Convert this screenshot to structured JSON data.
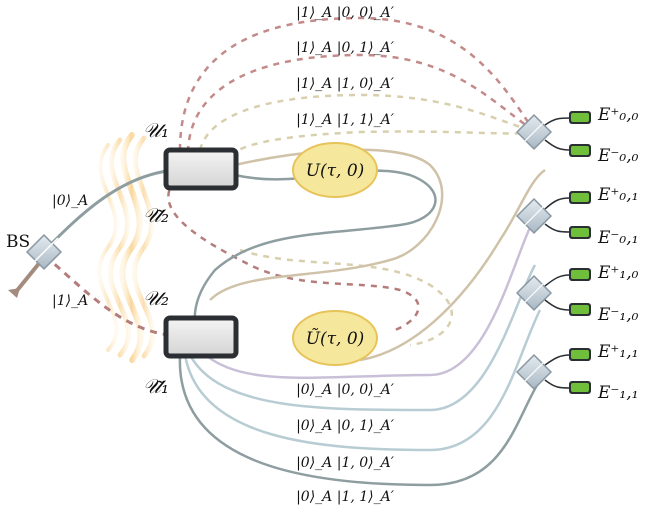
{
  "labels": {
    "bs": "BS",
    "input_0": "|0⟩_A",
    "input_1": "|1⟩_A",
    "u1": "𝒰₁",
    "u2": "𝒰₂",
    "u1_tilde": "𝒰̃₁",
    "u2_tilde": "𝒰̃₂",
    "unitary_top": "U(τ, 0)",
    "unitary_bottom": "Ũ(τ, 0)"
  },
  "top_paths": [
    "|1⟩_A |0, 0⟩_A′",
    "|1⟩_A |0, 1⟩_A′",
    "|1⟩_A |1, 0⟩_A′",
    "|1⟩_A |1, 1⟩_A′"
  ],
  "bottom_paths": [
    "|0⟩_A |0, 0⟩_A′",
    "|0⟩_A |0, 1⟩_A′",
    "|0⟩_A |1, 0⟩_A′",
    "|0⟩_A |1, 1⟩_A′"
  ],
  "detectors": [
    {
      "plus": "E⁺₀,₀",
      "minus": "E⁻₀,₀"
    },
    {
      "plus": "E⁺₀,₁",
      "minus": "E⁻₀,₁"
    },
    {
      "plus": "E⁺₁,₀",
      "minus": "E⁻₁,₀"
    },
    {
      "plus": "E⁺₁,₁",
      "minus": "E⁻₁,₁"
    }
  ],
  "colors": {
    "path_dashed_red": "#c48a8a",
    "path_dashed_beige": "#d8cfae",
    "path_grey_blue": "#8e9ea0",
    "path_lilac": "#c9c0d8",
    "path_light_blue": "#b8ccd4",
    "path_tan": "#cfc2a8",
    "unitary_fill": "#f5e79c",
    "unitary_border": "#e7c35a",
    "box_border": "#2b2f33",
    "box_fill": "#e6e6e6",
    "detector_fill": "#6fbf3a",
    "detector_body": "#2a2f33",
    "splitter_fill": "#c7d2db",
    "glow": "#f6c26a"
  }
}
